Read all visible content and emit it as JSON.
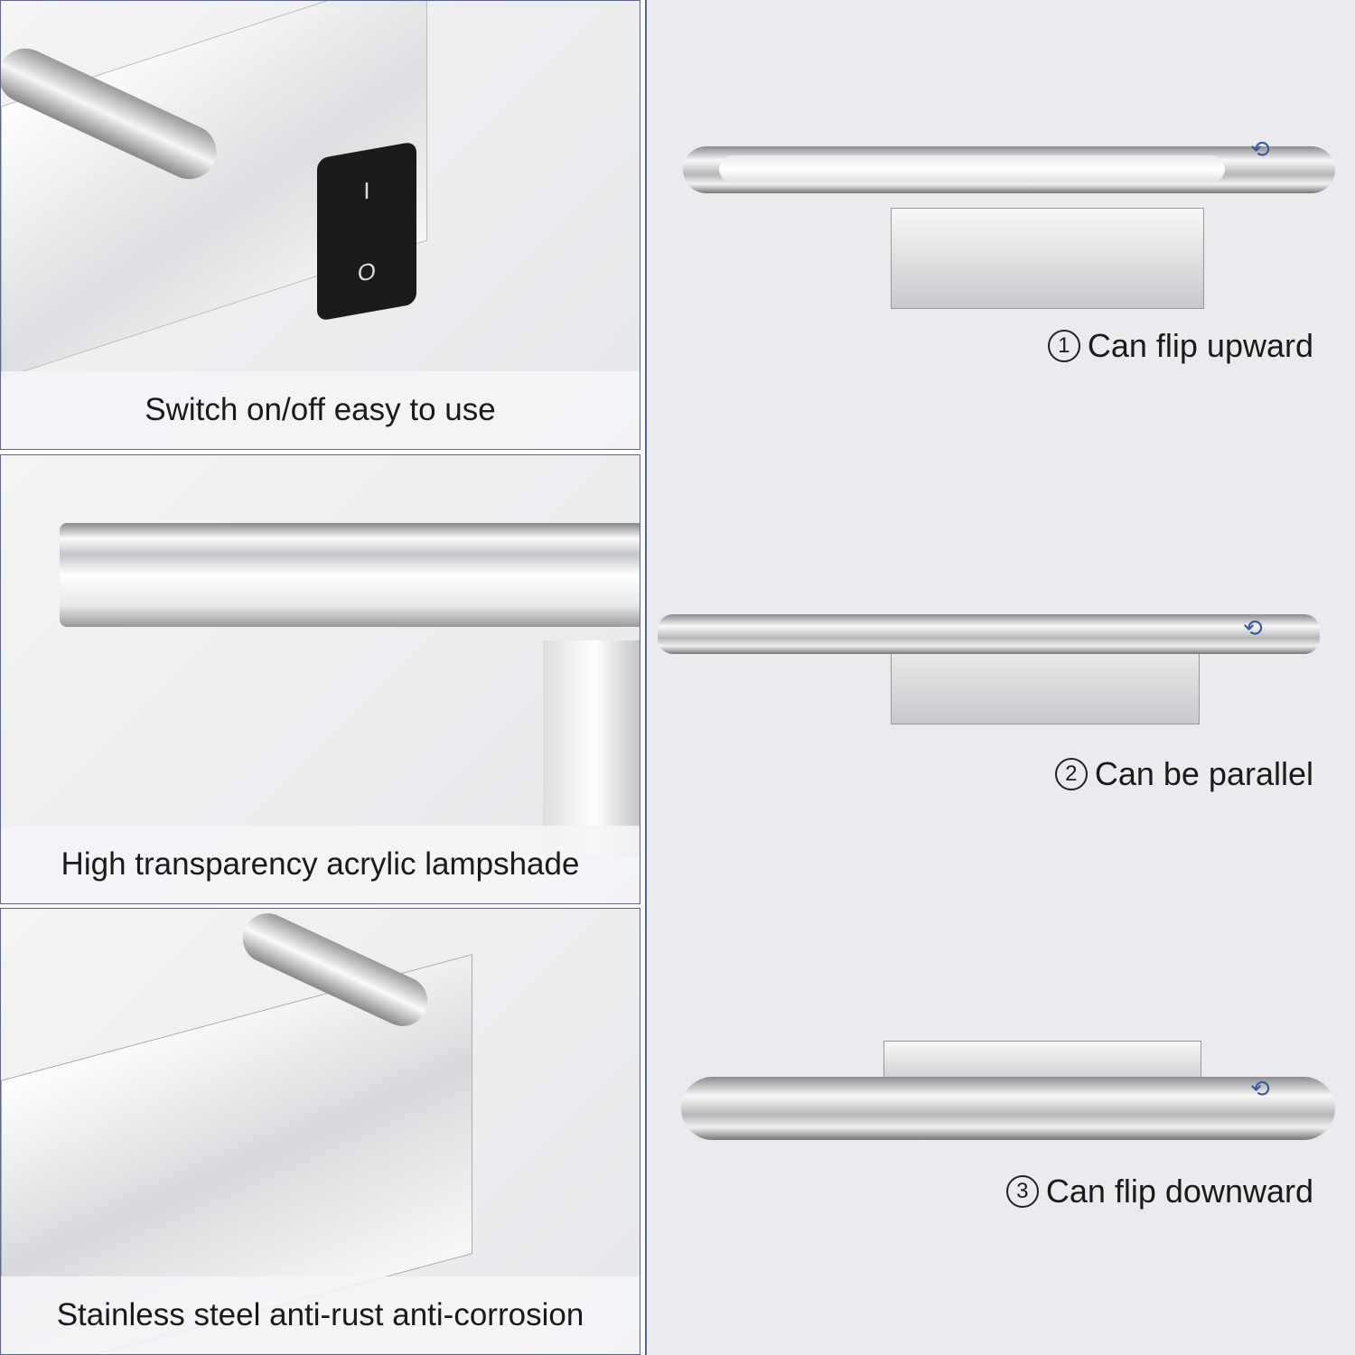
{
  "left_panels": [
    {
      "caption": "Switch on/off easy to use"
    },
    {
      "caption": "High transparency acrylic lampshade"
    },
    {
      "caption": "Stainless steel anti-rust anti-corrosion"
    }
  ],
  "right_panels": [
    {
      "number": "1",
      "caption": "Can flip upward"
    },
    {
      "number": "2",
      "caption": "Can be parallel"
    },
    {
      "number": "3",
      "caption": "Can flip downward"
    }
  ],
  "switch_labels": {
    "on": "I",
    "off": "O"
  }
}
